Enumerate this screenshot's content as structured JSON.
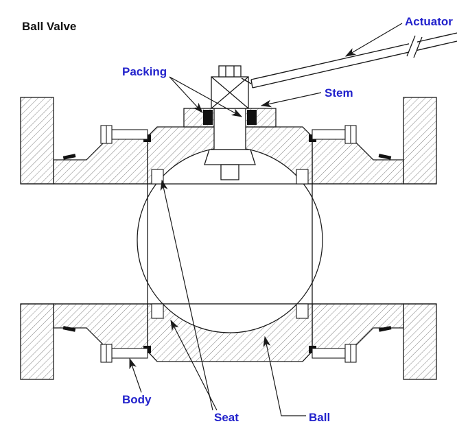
{
  "diagram": {
    "title": "Ball Valve",
    "labels": {
      "actuator": "Actuator",
      "packing": "Packing",
      "stem": "Stem",
      "body": "Body",
      "seat": "Seat",
      "ball": "Ball"
    },
    "colors": {
      "label_blue": "#2222cc",
      "line": "#1a1a1a",
      "title": "#111111",
      "background": "#ffffff"
    }
  }
}
